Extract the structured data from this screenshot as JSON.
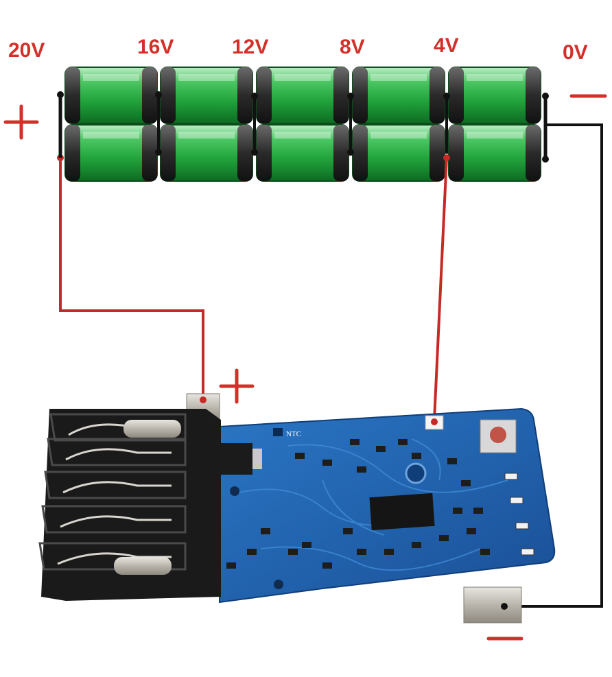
{
  "voltage_labels": [
    "20V",
    "16V",
    "12V",
    "8V",
    "4V",
    "0V"
  ],
  "polarity": {
    "plus": "+",
    "minus": "−"
  },
  "board": {
    "silkscreen_ntc": "NTC"
  },
  "colors": {
    "label_red": "#d3302a",
    "wire_red": "#c62a24",
    "wire_black": "#111111",
    "cell_green": "#2fb24a",
    "pcb_blue": "#1f5fae",
    "connector_black": "#1a1a1a"
  },
  "icons": [
    "battery-cell-icon",
    "push-button-icon",
    "ic-chip-icon",
    "led-icon"
  ]
}
